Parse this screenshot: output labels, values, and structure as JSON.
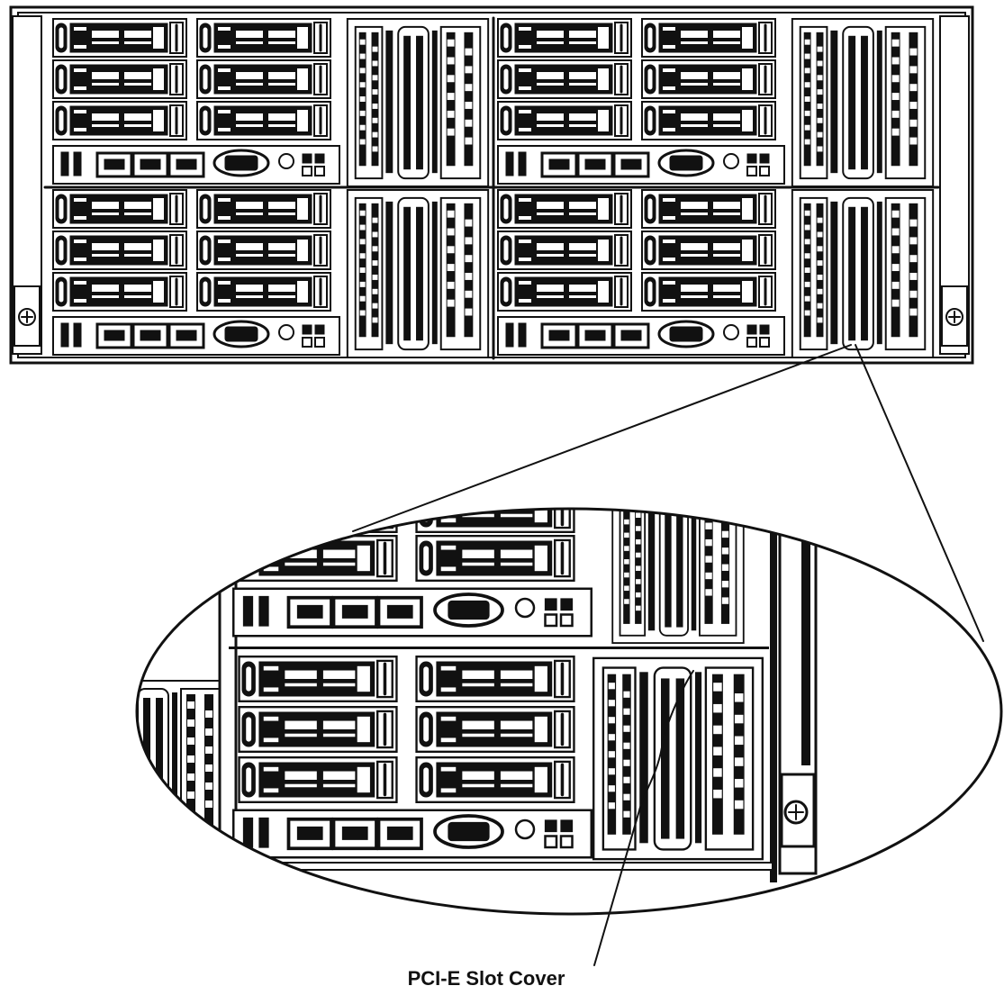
{
  "figure": {
    "callout_label": "PCI-E Slot Cover",
    "ink_color": "#111111",
    "paper_color": "#ffffff"
  },
  "chassis": {
    "node_count": 4,
    "hdd_trays_per_node": 6
  },
  "magnified_view": {
    "subject": "pci-e-slot-cover"
  }
}
